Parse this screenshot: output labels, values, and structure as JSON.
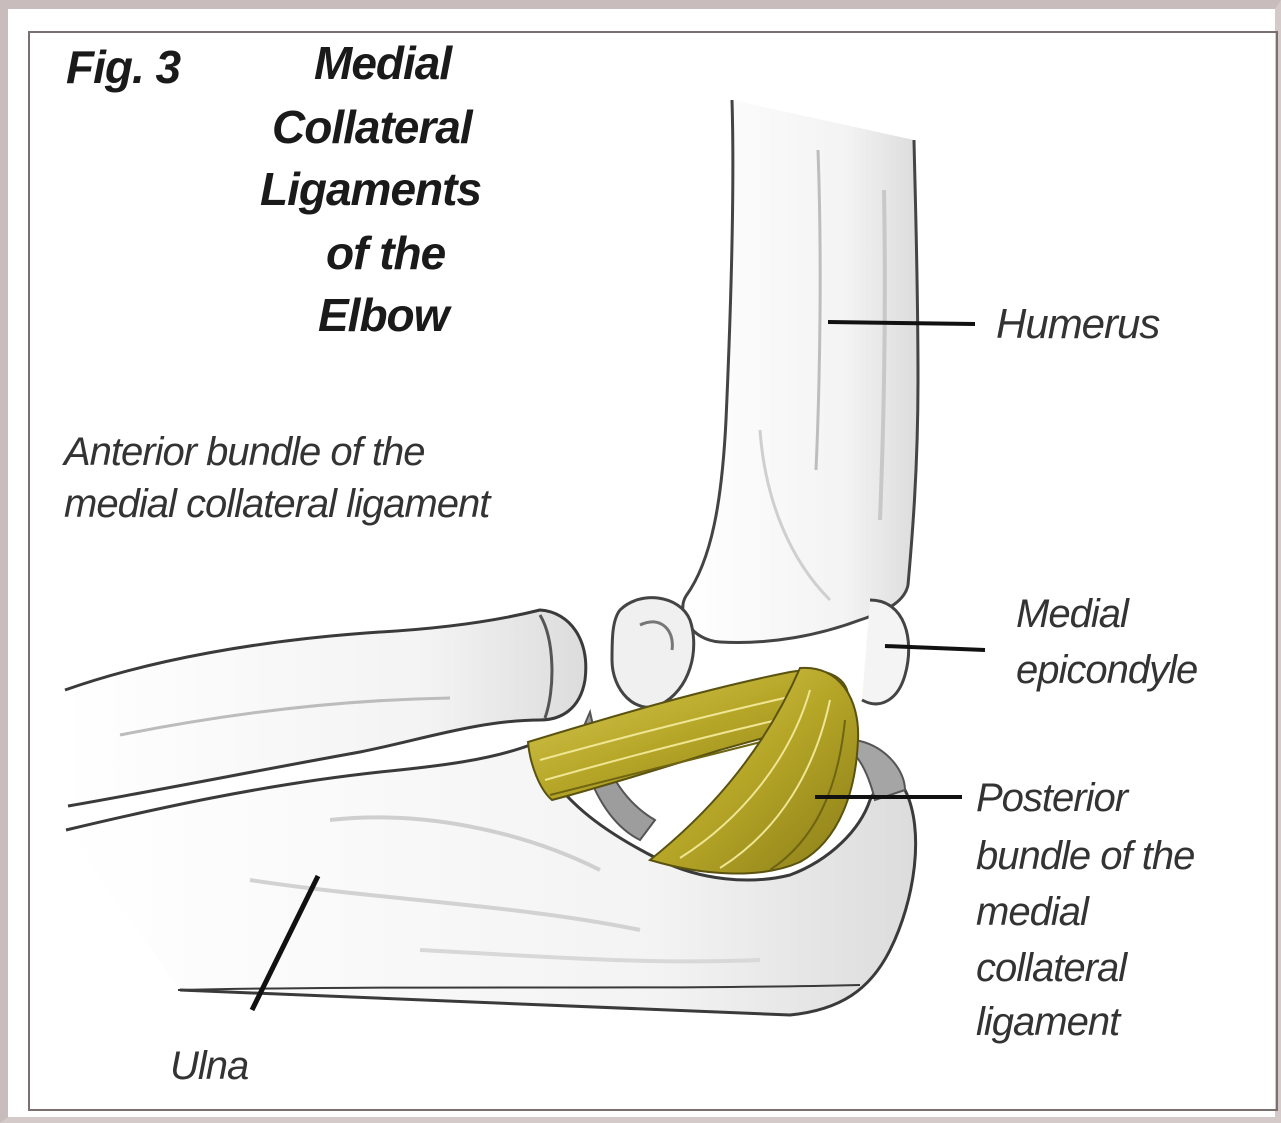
{
  "figure": {
    "number": "Fig. 3",
    "title_lines": [
      "Medial",
      "Collateral",
      "Ligaments",
      "of the",
      "Elbow"
    ]
  },
  "labels": {
    "humerus": "Humerus",
    "anterior_bundle": [
      "Anterior bundle of the",
      "medial collateral ligament"
    ],
    "medial_epicondyle": [
      "Medial",
      "epicondyle"
    ],
    "posterior_bundle": [
      "Posterior",
      "bundle of the",
      "medial",
      "collateral",
      "ligament"
    ],
    "ulna": "Ulna"
  },
  "colors": {
    "ligament": "#b8a82a",
    "ligament_highlight": "#e2d769",
    "bone_outline": "#3a3a3a",
    "bone_shade": "#d7d7d7"
  }
}
